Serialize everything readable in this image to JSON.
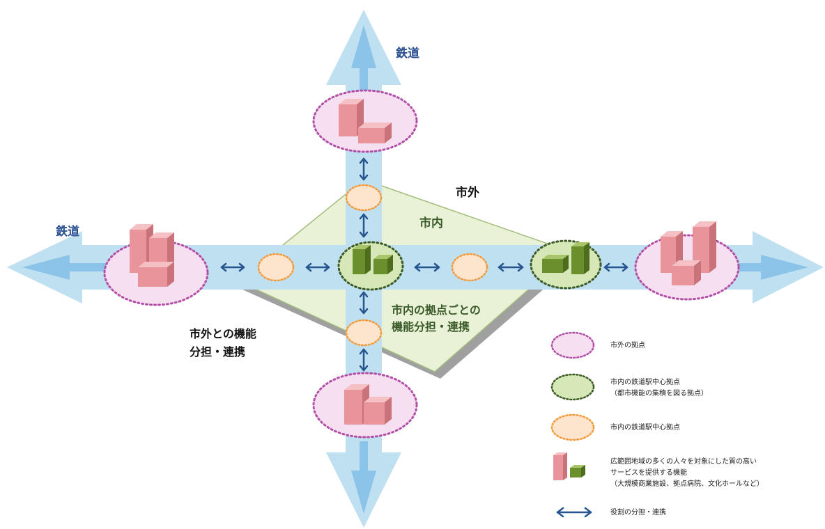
{
  "labels": {
    "rail_top": "鉄道",
    "rail_left": "鉄道",
    "outside_city": "市外",
    "inside_city": "市内",
    "inner_link_line1": "市内の拠点ごとの",
    "inner_link_line2": "機能分担・連携",
    "outer_link_line1": "市外との機能",
    "outer_link_line2": "分担・連携"
  },
  "legend": {
    "outer_hub": "市外の拠点",
    "major_hub_line1": "市内の鉄道駅中心拠点",
    "major_hub_line2": "（都市機能の集積を図る拠点）",
    "minor_hub": "市内の鉄道駅中心拠点",
    "facility_line1": "広範囲地域の多くの人々を対象にした質の高い",
    "facility_line2": "サービスを提供する機能",
    "facility_line3": "（大規模商業施設、拠点病院、文化ホールなど）",
    "link": "役割の分担・連携"
  },
  "colors": {
    "corridor": "#bfe0f0",
    "corridor_arrow": "#8cc3e8",
    "diamond_fill": "#e9f1d6",
    "diamond_stroke": "#a3bd7c",
    "pink_hub": "#f6dff0",
    "pink_dots": "#b24ea6",
    "green_hub": "#d6e7b8",
    "green_dots": "#3c5a24",
    "orange_hub": "#fde4cc",
    "orange_dots": "#f39a3a",
    "building_pink": "#e8949a",
    "building_green": "#6a8f2c",
    "link_arrow": "#26548f"
  }
}
